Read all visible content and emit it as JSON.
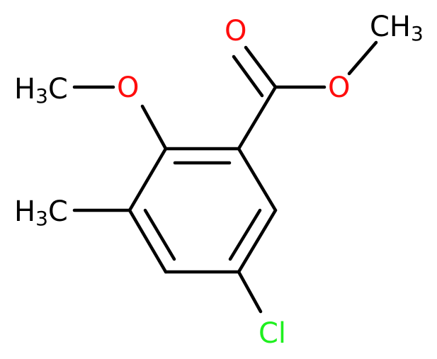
{
  "colors": {
    "bond": "#000000",
    "carbon_label": "#000000",
    "oxygen": "#ff0d0d",
    "chlorine": "#1ff01f"
  },
  "labels": {
    "carbonyl_oxygen": "O",
    "ester_oxygen": "O",
    "ester_methyl_main": "CH",
    "ester_methyl_sub": "3",
    "methoxy_oxygen": "O",
    "methoxy_methyl_main": "H",
    "methoxy_methyl_sub": "3",
    "methoxy_methyl_tail": "C",
    "ring_methyl_main": "H",
    "ring_methyl_sub": "3",
    "ring_methyl_tail": "C",
    "chlorine": "Cl"
  }
}
